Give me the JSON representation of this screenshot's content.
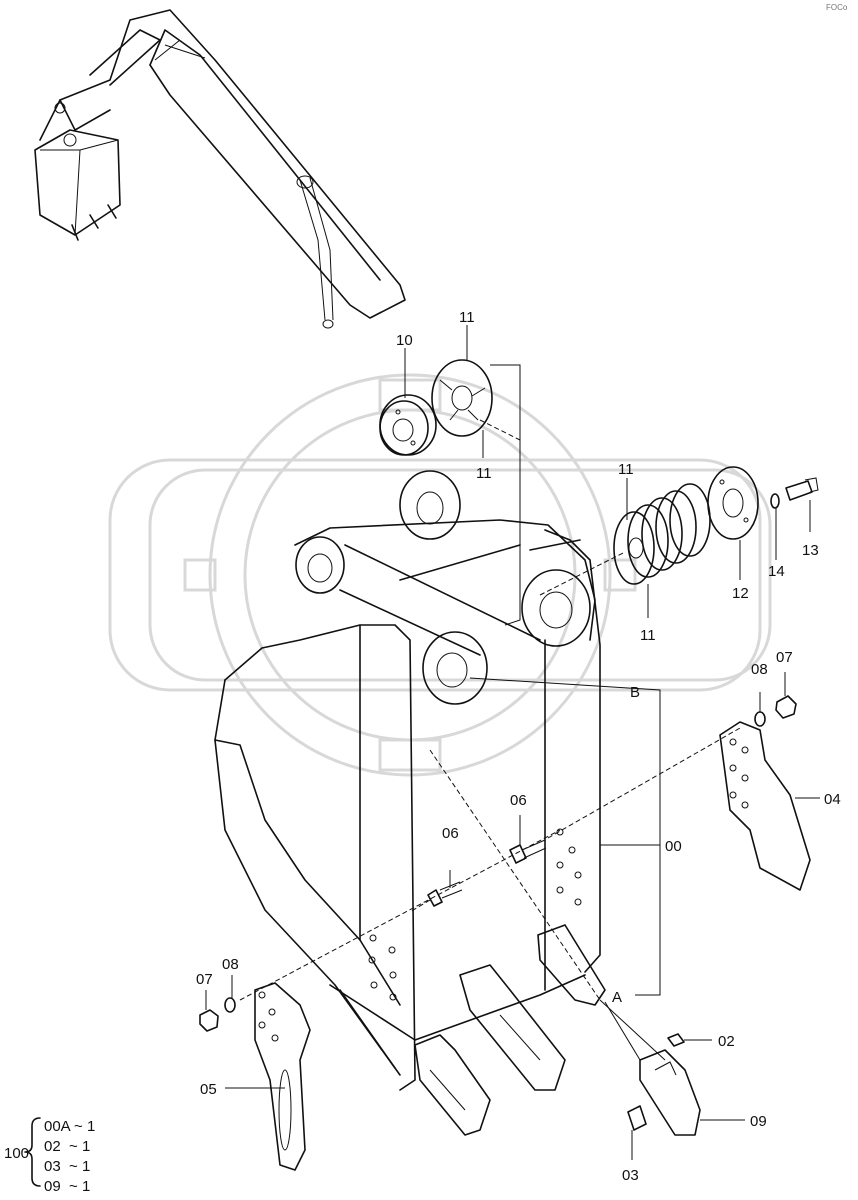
{
  "corner_mark": "FOCo",
  "callouts": [
    {
      "id": "10",
      "text": "10"
    },
    {
      "id": "11a",
      "text": "11"
    },
    {
      "id": "11b",
      "text": "11"
    },
    {
      "id": "11c",
      "text": "11"
    },
    {
      "id": "11d",
      "text": "11"
    },
    {
      "id": "12",
      "text": "12"
    },
    {
      "id": "13",
      "text": "13"
    },
    {
      "id": "14",
      "text": "14"
    },
    {
      "id": "B",
      "text": "B"
    },
    {
      "id": "A",
      "text": "A"
    },
    {
      "id": "00",
      "text": "00"
    },
    {
      "id": "04",
      "text": "04"
    },
    {
      "id": "06a",
      "text": "06"
    },
    {
      "id": "06b",
      "text": "06"
    },
    {
      "id": "07a",
      "text": "07"
    },
    {
      "id": "08a",
      "text": "08"
    },
    {
      "id": "07b",
      "text": "07"
    },
    {
      "id": "08b",
      "text": "08"
    },
    {
      "id": "05",
      "text": "05"
    },
    {
      "id": "02",
      "text": "02"
    },
    {
      "id": "09",
      "text": "09"
    },
    {
      "id": "03",
      "text": "03"
    }
  ],
  "kit": {
    "number": "100",
    "rows": [
      "00A ~ 1",
      "02  ~ 1",
      "03  ~ 1",
      "09  ~ 1"
    ]
  }
}
